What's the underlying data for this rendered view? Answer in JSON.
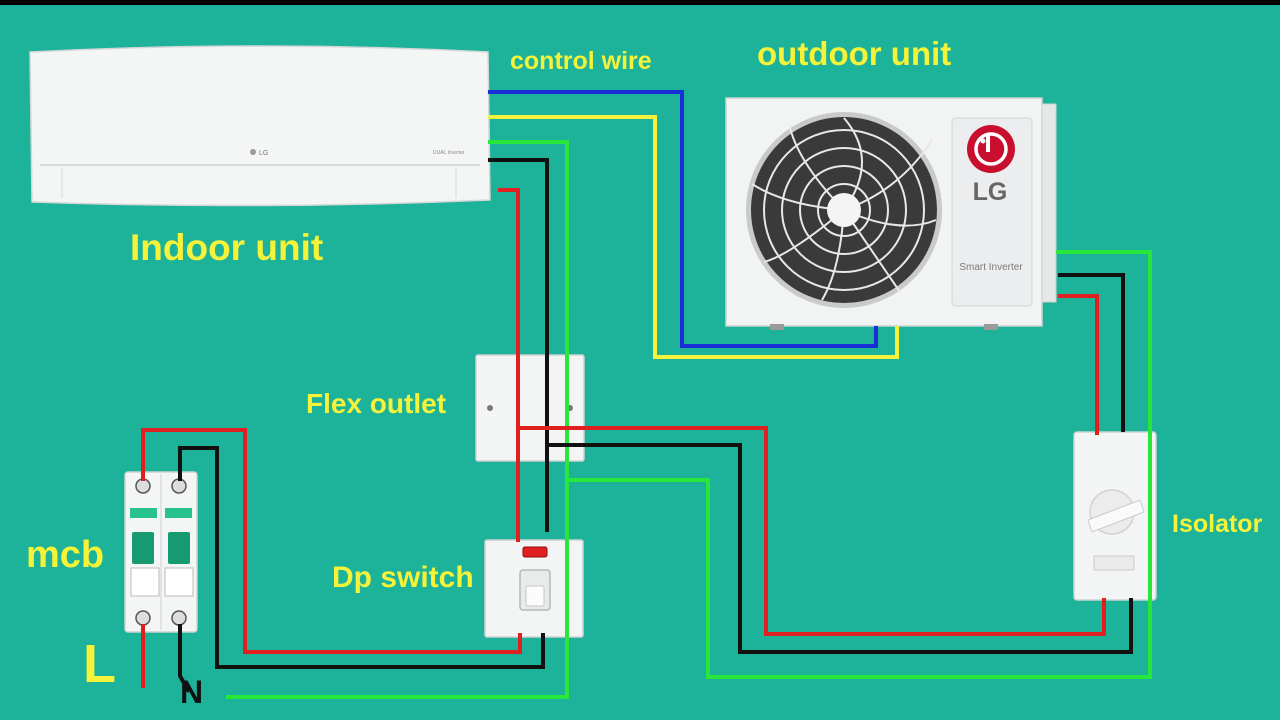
{
  "labels": {
    "control_wire": "control wire",
    "outdoor_unit": "outdoor unit",
    "indoor_unit": "Indoor unit",
    "flex_outlet": "Flex outlet",
    "mcb": "mcb",
    "dp_switch": "Dp switch",
    "isolator": "Isolator",
    "live": "L",
    "neutral": "N"
  },
  "brand": {
    "logo_text": "LG",
    "outdoor_badge": "Smart Inverter",
    "indoor_badge": "DUAL Inverter"
  },
  "wire_colors": {
    "live": "#e02020",
    "neutral": "#111111",
    "earth": "#27e83a",
    "control_blue": "#1b2fd8",
    "control_yellow": "#f5f23a"
  },
  "colors": {
    "background": "#1cb39a",
    "label": "#f5f23a",
    "lg_red": "#c8102e"
  }
}
